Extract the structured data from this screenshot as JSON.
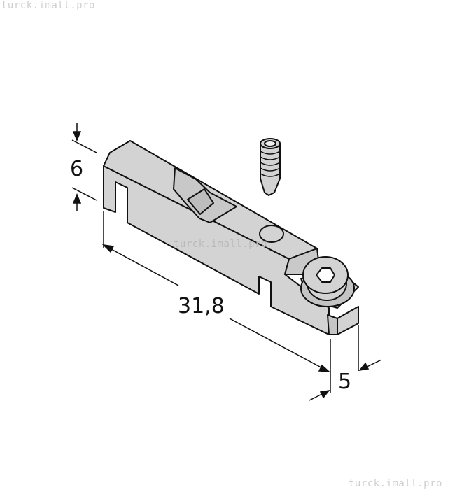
{
  "watermarks": [
    "turck.imall.pro",
    "turck.imall.pro",
    "turck.imall.pro"
  ],
  "dimensions": {
    "height": "6",
    "length": "31,8",
    "width": "5"
  },
  "colors": {
    "part_fill": "#d3d3d3",
    "line": "#111111"
  }
}
